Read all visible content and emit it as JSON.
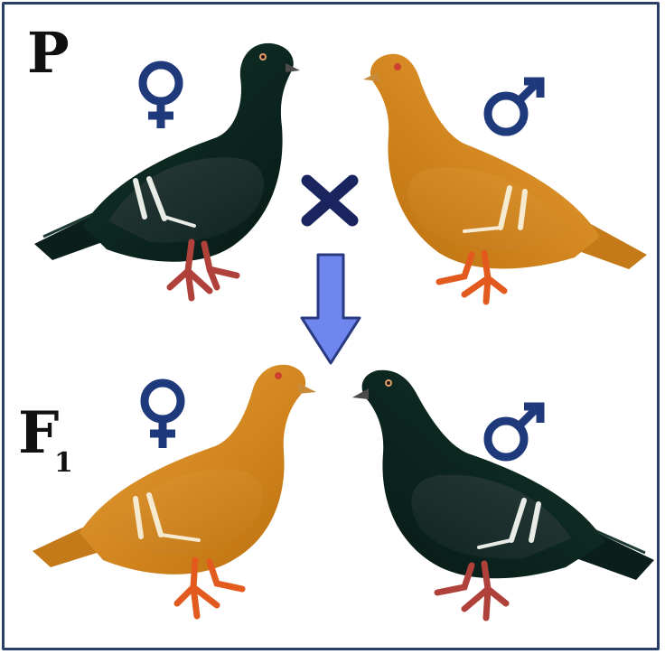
{
  "generations": {
    "parental": "P",
    "filial": "F",
    "filial_subscript": "1"
  },
  "colors": {
    "border": "#2a3f66",
    "symbol": "#1f3a7a",
    "arrow": "#6f86ee",
    "dark_pigeon": "#0f2a24",
    "orange_pigeon": "#d88a1c"
  },
  "icons": {
    "female": "female-symbol-icon",
    "male": "male-symbol-icon",
    "cross": "cross-icon",
    "arrow": "down-arrow-icon"
  }
}
